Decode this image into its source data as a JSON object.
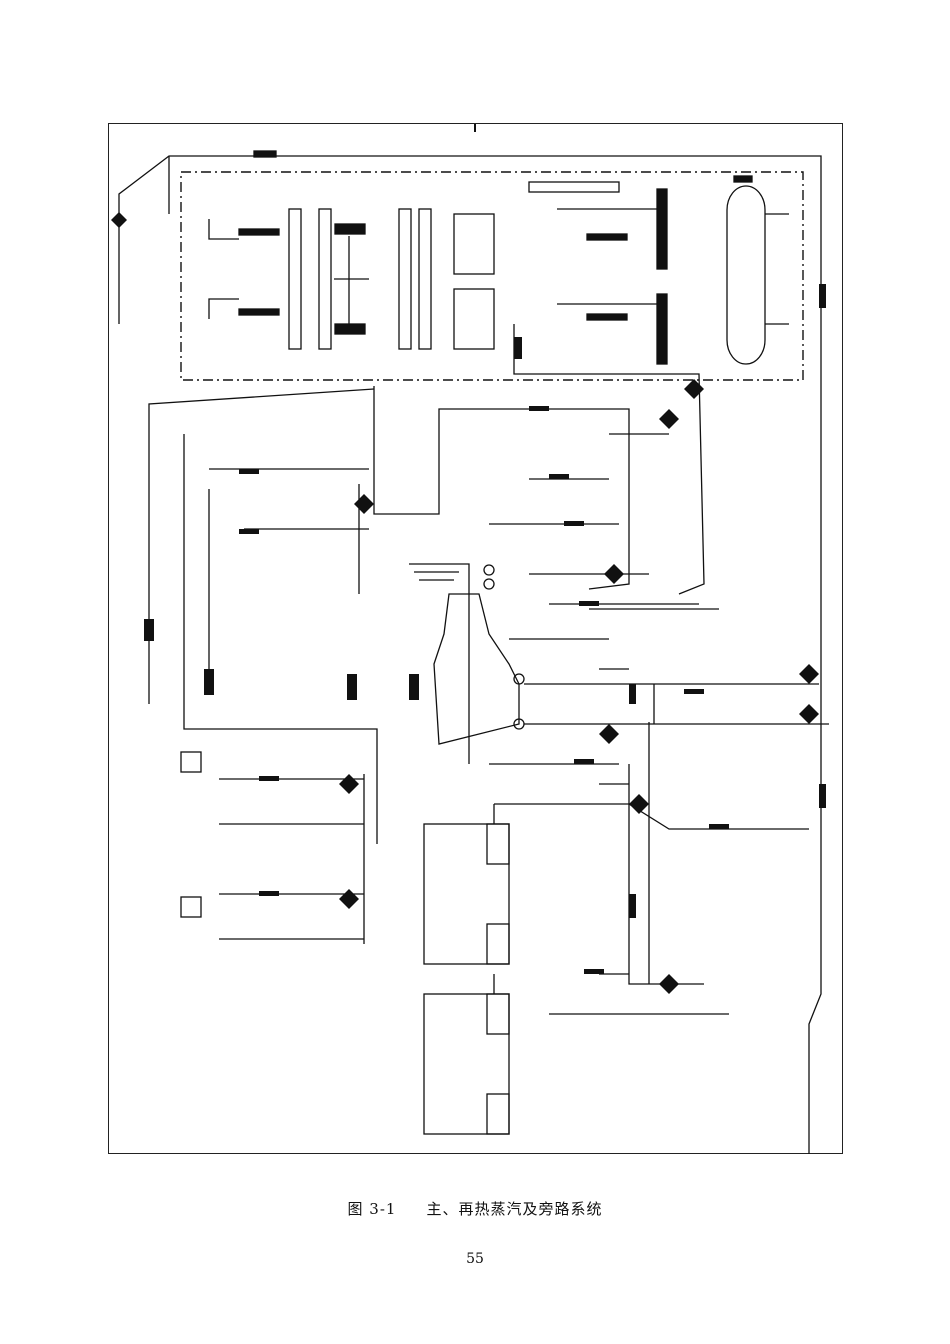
{
  "figure": {
    "label": "图 3-1",
    "caption": "主、再热蒸汽及旁路系统"
  },
  "page_number": "55",
  "colors": {
    "ink": "#111111",
    "background": "#ffffff"
  }
}
